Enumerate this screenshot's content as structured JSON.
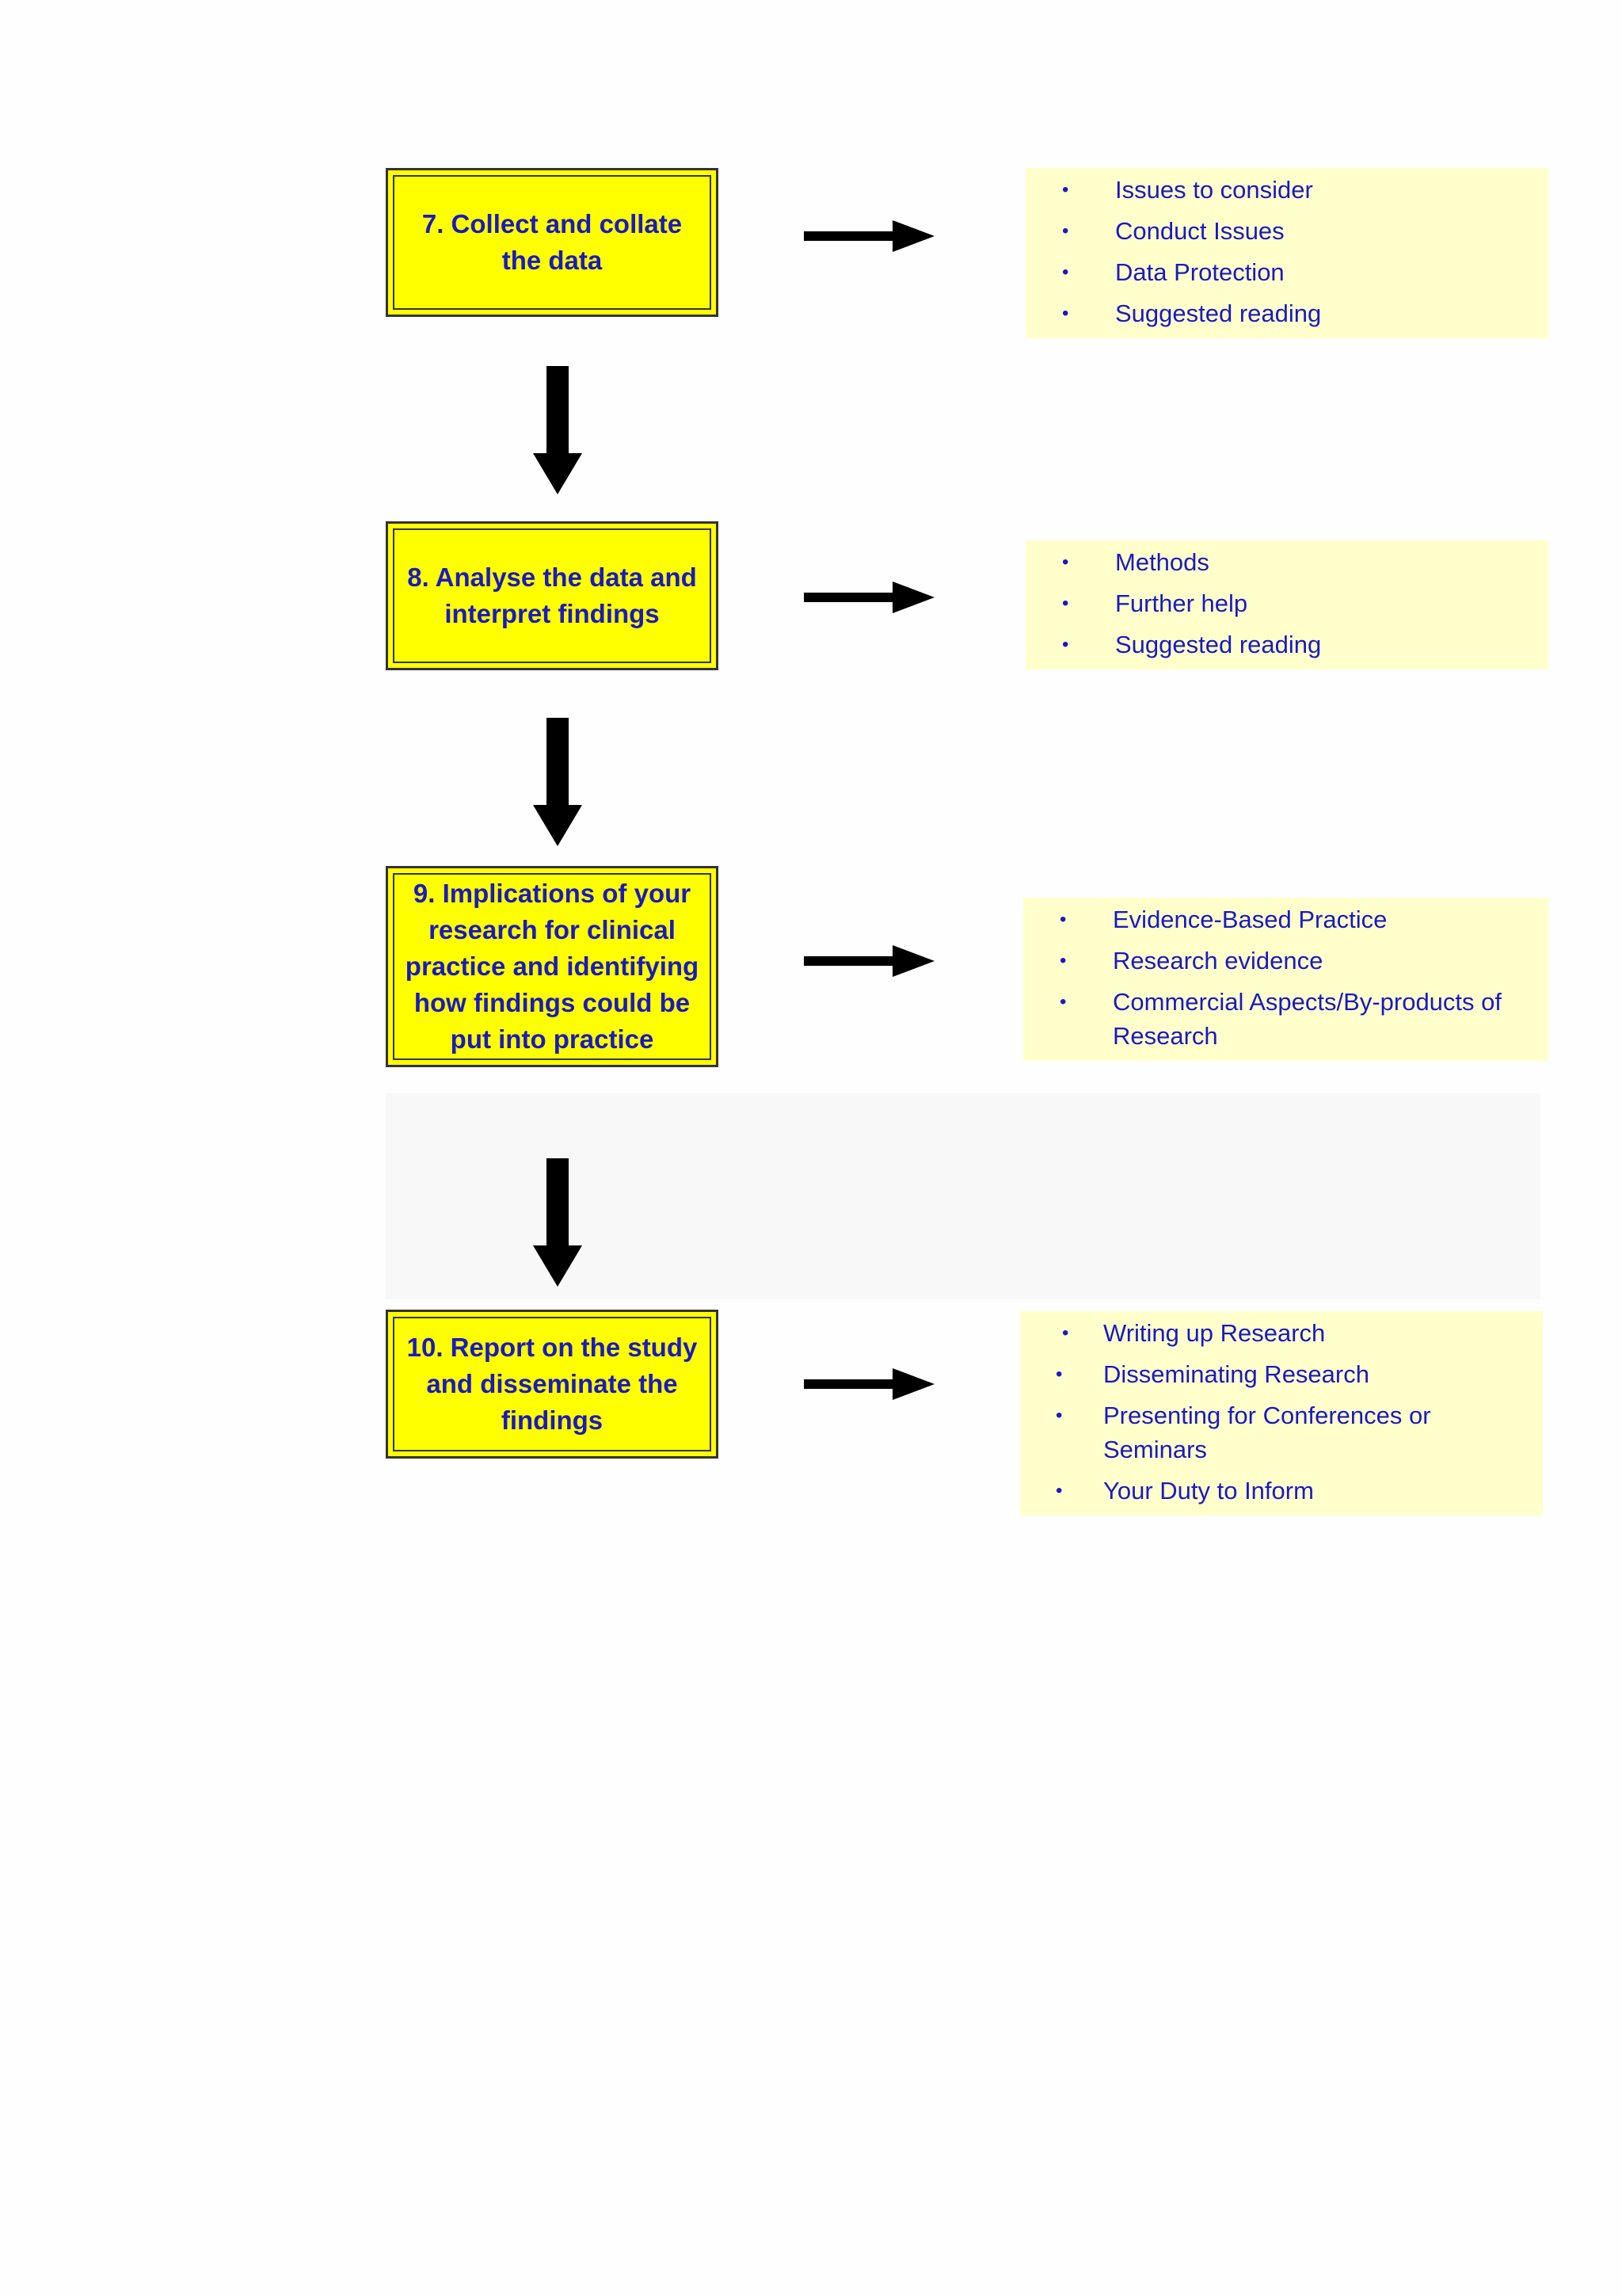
{
  "steps": [
    {
      "label": "7. Collect and collate the data",
      "items": [
        "Issues to consider",
        "Conduct Issues",
        "Data Protection",
        "Suggested reading"
      ]
    },
    {
      "label": "8. Analyse the data and interpret findings",
      "items": [
        "Methods",
        "Further help",
        "Suggested reading"
      ]
    },
    {
      "label": "9. Implications of your research for clinical practice and identifying how findings could be put into practice",
      "items": [
        "Evidence-Based Practice",
        "Research evidence",
        "Commercial Aspects/By-products of Research"
      ]
    },
    {
      "label": "10. Report on the study and disseminate the findings",
      "items": [
        "Writing up Research",
        "Disseminating Research",
        "Presenting for Conferences or Seminars",
        "Your Duty to Inform"
      ]
    }
  ],
  "colors": {
    "box_fill": "#ffff00",
    "box_border": "#333333",
    "text": "#1a1abf",
    "panel_fill": "#ffffcc",
    "arrow": "#000000"
  }
}
